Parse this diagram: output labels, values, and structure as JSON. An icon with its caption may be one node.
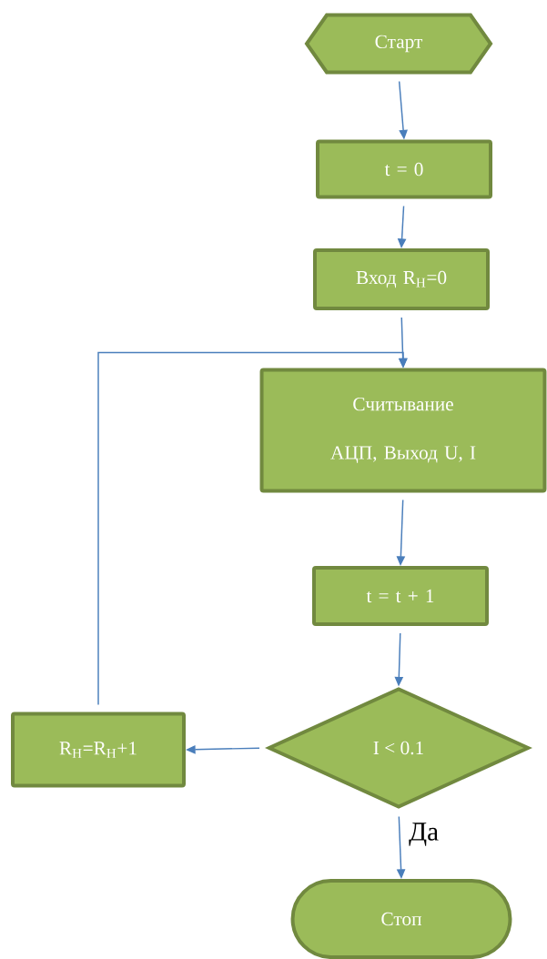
{
  "diagram": {
    "nodes": [
      {
        "text": [
          "Старт"
        ]
      },
      {
        "text": [
          "t = 0"
        ]
      },
      {
        "text": [
          "Вход R$_{Н}$=0"
        ]
      },
      {
        "text": [
          "Считывание АЦП, Выход U, I"
        ]
      },
      {
        "text": [
          "t = t + 1"
        ]
      },
      {
        "text": [
          "I < 0.1"
        ]
      },
      {
        "text": [
          "R$_{Н}$=R$_{Н}$+1"
        ]
      },
      {
        "text": [
          "Стоп"
        ]
      }
    ],
    "edges": [
      {
        "from": 0,
        "to": 1,
        "arrow": "to"
      },
      {
        "from": 1,
        "to": 2,
        "arrow": "to"
      },
      {
        "from": 2,
        "to": 3,
        "arrow": "to"
      },
      {
        "from": 3,
        "to": 4,
        "arrow": "to"
      },
      {
        "from": 4,
        "to": 5,
        "arrow": "to"
      },
      {
        "from": 5,
        "to": 6,
        "arrow": "to"
      },
      {
        "from": 6,
        "to": 3,
        "arrow": "to"
      },
      {
        "from": 5,
        "to": 7,
        "arrow": "to",
        "label": "Да"
      }
    ]
  }
}
